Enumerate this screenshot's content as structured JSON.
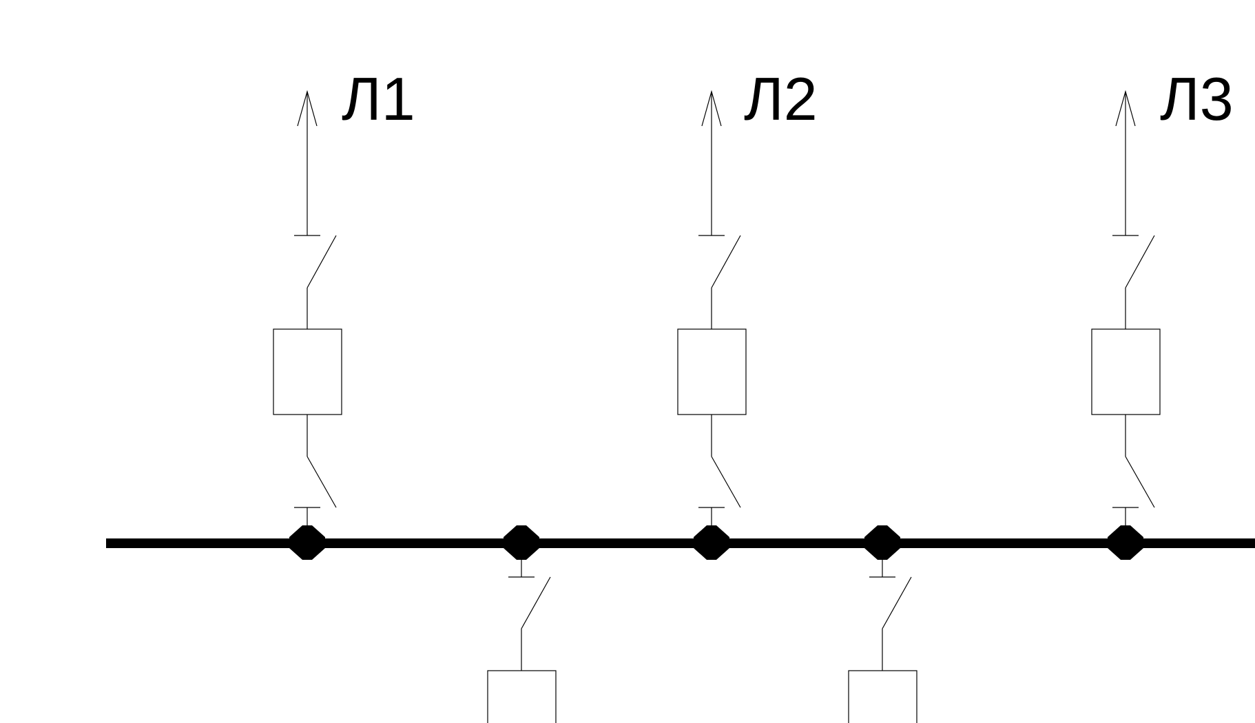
{
  "diagram": {
    "type": "single-line electrical schematic",
    "colors": {
      "line": "#000000",
      "background": "#ffffff"
    },
    "bus": {
      "symbol": "busbar"
    },
    "outgoing_lines": [
      {
        "label": "Л1",
        "direction": "up",
        "elements": [
          "arrow",
          "disconnector",
          "breaker",
          "disconnector",
          "junction"
        ]
      },
      {
        "label": "Л2",
        "direction": "up",
        "elements": [
          "arrow",
          "disconnector",
          "breaker",
          "disconnector",
          "junction"
        ]
      },
      {
        "label": "Л3",
        "direction": "up",
        "elements": [
          "arrow",
          "disconnector",
          "breaker",
          "disconnector",
          "junction"
        ]
      }
    ],
    "lower_feeders": [
      {
        "direction": "down",
        "elements": [
          "junction",
          "disconnector",
          "breaker"
        ]
      },
      {
        "direction": "down",
        "elements": [
          "junction",
          "disconnector",
          "breaker"
        ]
      }
    ]
  }
}
